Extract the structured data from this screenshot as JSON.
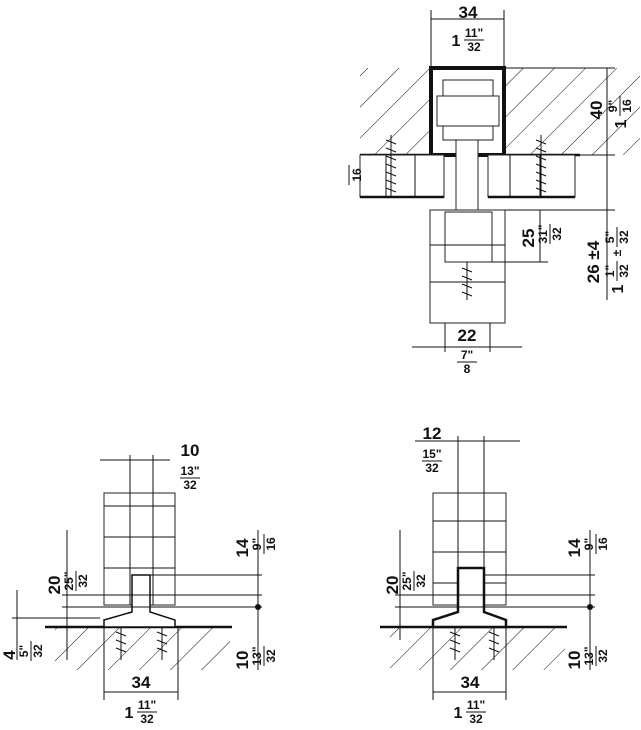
{
  "drawing": {
    "colors": {
      "line": "#111111",
      "background": "#ffffff"
    },
    "top_view": {
      "track_width": {
        "mm": "34",
        "inch": {
          "whole": "1",
          "num": "11\"",
          "den": "32"
        }
      },
      "track_height": {
        "mm": "40",
        "inch": {
          "whole": "1",
          "num": "9\"",
          "den": "16"
        }
      },
      "board_thickness": {
        "mm": "16"
      },
      "guide_depth": {
        "mm": "25",
        "inch": {
          "whole": "",
          "num": "31\"",
          "den": "32"
        }
      },
      "door_gap": {
        "mm": "26 ±4",
        "inch": {
          "whole": "1",
          "num": "1\"",
          "den": "32",
          "tol_num": "5\"",
          "tol_den": "32"
        }
      },
      "door_thickness": {
        "mm": "22",
        "inch": {
          "whole": "",
          "num": "7\"",
          "den": "8"
        }
      }
    },
    "bottom_left": {
      "groove_width": {
        "mm": "10",
        "inch": {
          "whole": "",
          "num": "13\"",
          "den": "32"
        }
      },
      "groove_depth": {
        "mm": "20",
        "inch": {
          "whole": "",
          "num": "25\"",
          "den": "32"
        }
      },
      "floor_clearance": {
        "mm": "4",
        "inch": {
          "whole": "",
          "num": "5\"",
          "den": "32"
        }
      },
      "guide_height": {
        "mm": "14",
        "inch": {
          "whole": "",
          "num": "9\"",
          "den": "16"
        }
      },
      "floor_offset": {
        "mm": "10",
        "inch": {
          "whole": "",
          "num": "13\"",
          "den": "32"
        }
      },
      "base_width": {
        "mm": "34",
        "inch": {
          "whole": "1",
          "num": "11\"",
          "den": "32"
        }
      }
    },
    "bottom_right": {
      "groove_width": {
        "mm": "12",
        "inch": {
          "whole": "",
          "num": "15\"",
          "den": "32"
        }
      },
      "groove_depth": {
        "mm": "20",
        "inch": {
          "whole": "",
          "num": "25\"",
          "den": "32"
        }
      },
      "guide_height": {
        "mm": "14",
        "inch": {
          "whole": "",
          "num": "9\"",
          "den": "16"
        }
      },
      "floor_offset": {
        "mm": "10",
        "inch": {
          "whole": "",
          "num": "13\"",
          "den": "32"
        }
      },
      "base_width": {
        "mm": "34",
        "inch": {
          "whole": "1",
          "num": "11\"",
          "den": "32"
        }
      }
    }
  }
}
